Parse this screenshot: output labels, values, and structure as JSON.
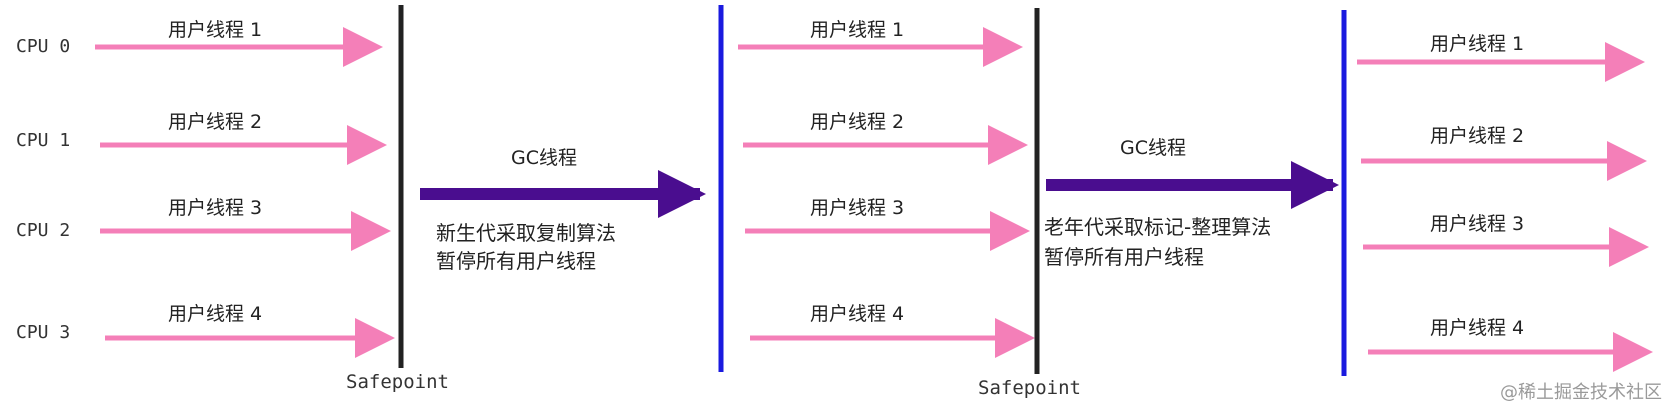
{
  "cpu_labels": [
    "CPU 0",
    "CPU 1",
    "CPU 2",
    "CPU 3"
  ],
  "phase1": {
    "threads": [
      "用户线程 1",
      "用户线程 2",
      "用户线程 3",
      "用户线程 4"
    ],
    "safepoint_label": "Safepoint"
  },
  "gc1": {
    "label": "GC线程",
    "desc_line1": "新生代采取复制算法",
    "desc_line2": "暂停所有用户线程"
  },
  "phase2": {
    "threads": [
      "用户线程 1",
      "用户线程 2",
      "用户线程 3",
      "用户线程 4"
    ],
    "safepoint_label": "Safepoint"
  },
  "gc2": {
    "label": "GC线程",
    "desc_line1": "老年代采取标记-整理算法",
    "desc_line2": "暂停所有用户线程"
  },
  "phase3": {
    "threads": [
      "用户线程 1",
      "用户线程 2",
      "用户线程 3",
      "用户线程 4"
    ]
  },
  "watermark": "@稀土掘金技术社区",
  "colors": {
    "thread_arrow": "#f47fb8",
    "gc_arrow": "#4a0d8f",
    "safepoint_line": "#222222",
    "resume_line": "#1a1adf"
  }
}
